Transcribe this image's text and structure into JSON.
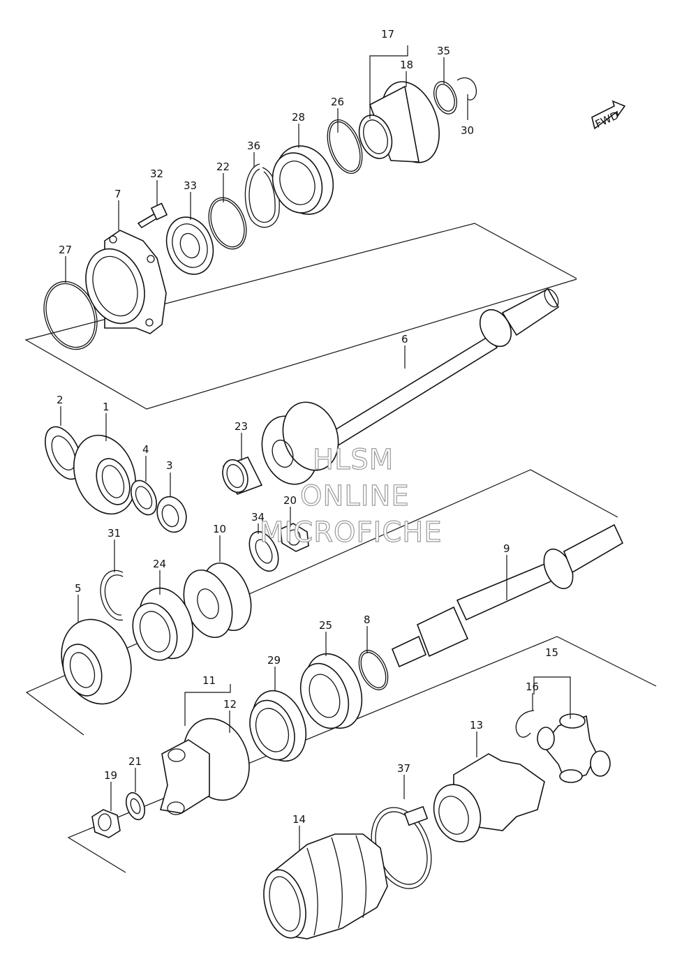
{
  "callouts": [
    {
      "n": "1"
    },
    {
      "n": "2"
    },
    {
      "n": "3"
    },
    {
      "n": "4"
    },
    {
      "n": "5"
    },
    {
      "n": "6"
    },
    {
      "n": "7"
    },
    {
      "n": "8"
    },
    {
      "n": "9"
    },
    {
      "n": "10"
    },
    {
      "n": "11"
    },
    {
      "n": "12"
    },
    {
      "n": "13"
    },
    {
      "n": "14"
    },
    {
      "n": "15"
    },
    {
      "n": "16"
    },
    {
      "n": "17"
    },
    {
      "n": "18"
    },
    {
      "n": "19"
    },
    {
      "n": "20"
    },
    {
      "n": "21"
    },
    {
      "n": "22"
    },
    {
      "n": "23"
    },
    {
      "n": "24"
    },
    {
      "n": "25"
    },
    {
      "n": "26"
    },
    {
      "n": "27"
    },
    {
      "n": "28"
    },
    {
      "n": "29"
    },
    {
      "n": "30"
    },
    {
      "n": "31"
    },
    {
      "n": "32"
    },
    {
      "n": "33"
    },
    {
      "n": "34"
    },
    {
      "n": "35"
    },
    {
      "n": "36"
    },
    {
      "n": "37"
    }
  ],
  "fwd_label": "FWD",
  "watermark": [
    "HLSM",
    "ONLINE",
    "MICROFICHE"
  ]
}
